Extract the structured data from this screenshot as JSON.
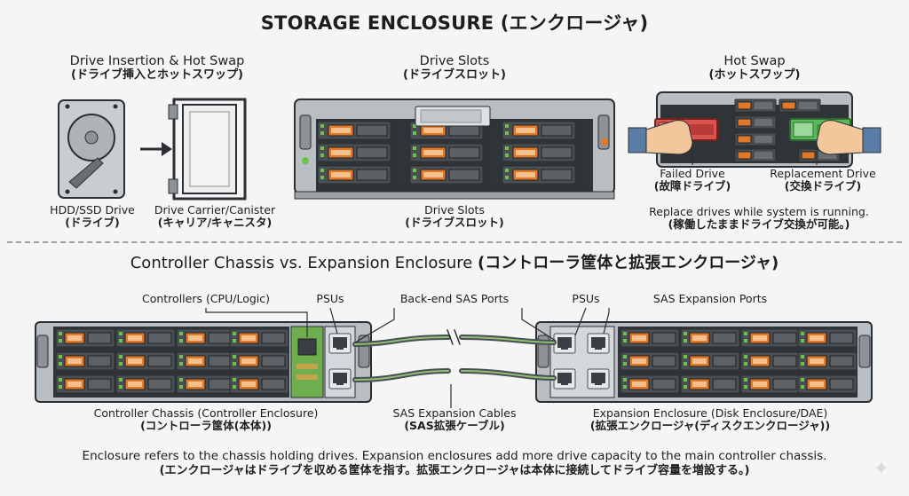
{
  "title": "STORAGE ENCLOSURE (エンクロージャ)",
  "sections": {
    "insertion": {
      "title": "Drive Insertion & Hot Swap",
      "title_jp": "(ドライブ挿入とホットスワップ)"
    },
    "slots": {
      "title": "Drive Slots",
      "title_jp": "(ドライブスロット)"
    },
    "hotswap": {
      "title": "Hot Swap",
      "title_jp": "(ホットスワップ)"
    }
  },
  "labels": {
    "hdd": {
      "en": "HDD/SSD Drive",
      "jp": "(ドライブ)"
    },
    "carrier": {
      "en": "Drive Carrier/Canister",
      "jp": "(キャリア/キャニスタ)"
    },
    "slots_bottom": {
      "en": "Drive Slots",
      "jp": "(ドライブスロット)"
    },
    "failed": {
      "en": "Failed Drive",
      "jp": "(故障ドライブ)"
    },
    "replacement": {
      "en": "Replacement Drive",
      "jp": "(交換ドライブ)"
    },
    "replace_note": {
      "en": "Replace drives while system is running.",
      "jp": "(稼働したままドライブ交換が可能。)"
    }
  },
  "section2": {
    "title": "Controller Chassis vs. Expansion Enclosure",
    "title_jp": "(コントローラ筐体と拡張エンクロージャ)",
    "callouts": {
      "controllers": "Controllers (CPU/Logic)",
      "psus_left": "PSUs",
      "backend_sas": "Back-end SAS Ports",
      "psus_right": "PSUs",
      "sas_expansion": "SAS Expansion Ports"
    },
    "controller_chassis": {
      "en": "Controller Chassis (Controller Enclosure)",
      "jp": "(コントローラ筐体(本体))"
    },
    "cables": {
      "en": "SAS Expansion Cables",
      "jp": "(SAS拡張ケーブル)"
    },
    "expansion": {
      "en": "Expansion Enclosure (Disk Enclosure/DAE)",
      "jp": "(拡張エンクロージャ(ディスクエンクロージャ))"
    }
  },
  "footer": {
    "en": "Enclosure refers to the chassis holding drives. Expansion enclosures add more drive capacity to the main controller chassis.",
    "jp": "(エンクロージャはドライブを収める筐体を指す。拡張エンクロージャは本体に接続してドライブ容量を増設する。)"
  },
  "colors": {
    "drive_accent": "#e07a2a",
    "led_green": "#6cc24a",
    "failed_red": "#d9534f",
    "replacement_green": "#5cb85c",
    "chassis": "#b9bec2"
  }
}
